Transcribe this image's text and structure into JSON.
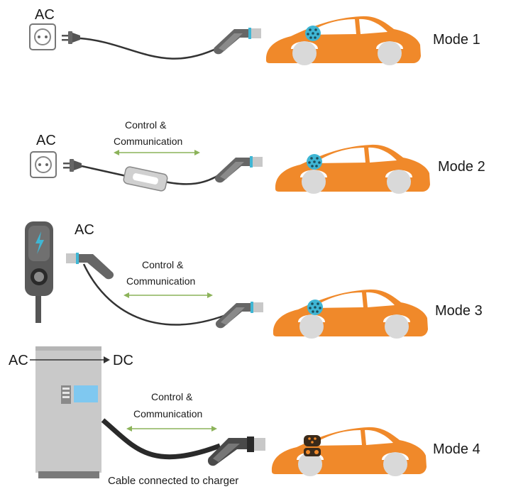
{
  "modes": [
    {
      "label": "Mode 1",
      "supply": "AC"
    },
    {
      "label": "Mode 2",
      "supply": "AC",
      "comm_line1": "Control &",
      "comm_line2": "Communication"
    },
    {
      "label": "Mode 3",
      "supply": "AC",
      "comm_line1": "Control &",
      "comm_line2": "Communication"
    },
    {
      "label": "Mode 4",
      "input": "AC",
      "output": "DC",
      "comm_line1": "Control &",
      "comm_line2": "Communication",
      "caption": "Cable connected to charger"
    }
  ],
  "colors": {
    "car": "#F0892A",
    "wheel": "#D9D9D9",
    "window": "#FFFFFF",
    "inlet": "#3FB6D4",
    "dc_inlet": "#3A2A1A",
    "cable": "#333333",
    "arrow": "#8CB35A",
    "plug_dark": "#666666",
    "plug_light": "#C8C8C8",
    "station": "#C9C9C9",
    "screen": "#7FC8F0"
  }
}
